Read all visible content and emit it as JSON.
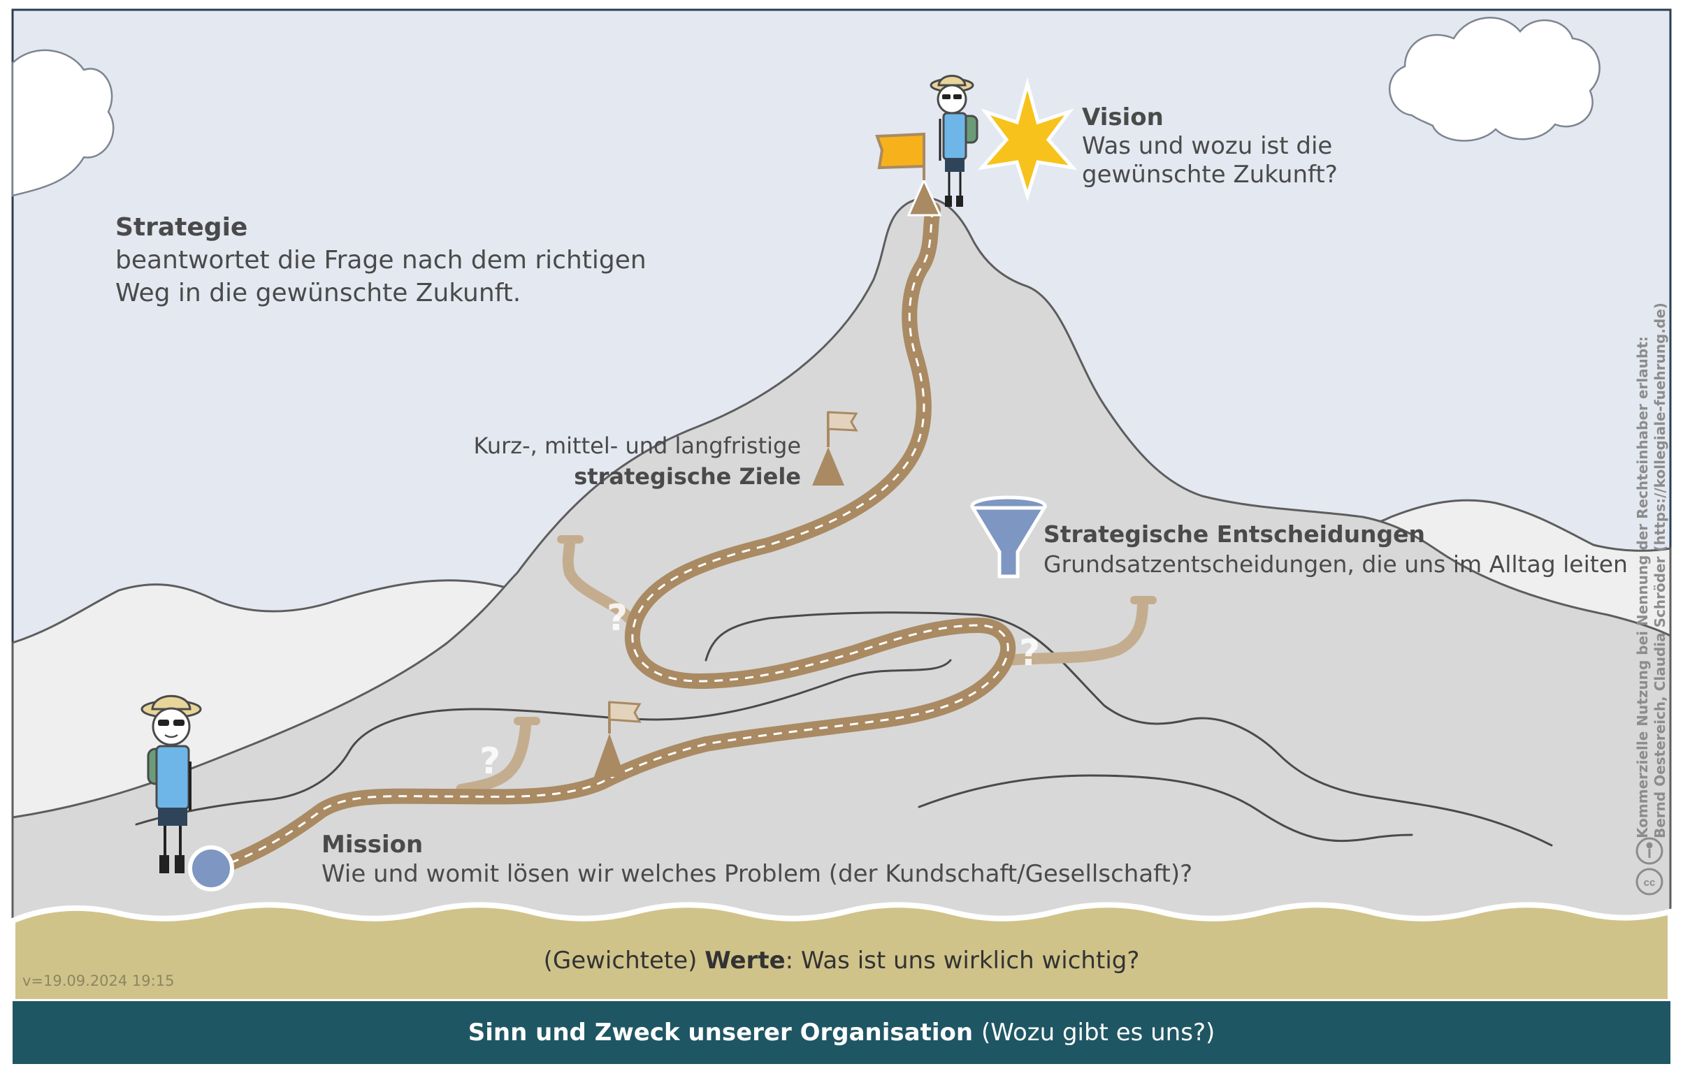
{
  "strategie": {
    "title": "Strategie",
    "line1": "beantwortet die Frage nach dem richtigen",
    "line2": "Weg in die gewünschte Zukunft."
  },
  "vision": {
    "title": "Vision",
    "line1": "Was und wozu ist die",
    "line2": "gewünschte Zukunft?"
  },
  "ziele": {
    "line1": "Kurz-, mittel- und langfristige",
    "line2": "strategische Ziele"
  },
  "entscheidungen": {
    "title": "Strategische Entscheidungen",
    "line1": "Grundsatzentscheidungen, die uns im Alltag leiten"
  },
  "mission": {
    "title": "Mission",
    "line1": "Wie und womit lösen wir welches Problem (der Kundschaft/Gesellschaft)?"
  },
  "werte": {
    "prefix": "(Gewichtete) ",
    "bold": "Werte",
    "suffix": ": Was ist uns wirklich wichtig?"
  },
  "footer": {
    "bold": "Sinn und Zweck unserer Organisation",
    "rest": "(Wozu gibt es uns?)"
  },
  "version": "v=19.09.2024 19:15",
  "license": {
    "line1": "Kommerzielle Nutzung bei Nennung der Rechteinhaber erlaubt:",
    "line2": "Bernd Oestereich, Claudia Schröder (https://kollegiale-fuehrung.de)"
  },
  "question_mark": "?",
  "colors": {
    "sky": "#e3e8f1",
    "mountain": "#d8d8d8",
    "hills": "#efefef",
    "sand": "#d0c38a",
    "footer": "#1f5663",
    "path": "#a98a62",
    "star": "#f7c21b",
    "funnel": "#7d96c2",
    "hiker_shirt": "#6fb6e8"
  },
  "icons": [
    "cloud-icon",
    "star-icon",
    "funnel-icon",
    "flag-icon",
    "hiker-icon",
    "cc-license-icon"
  ]
}
